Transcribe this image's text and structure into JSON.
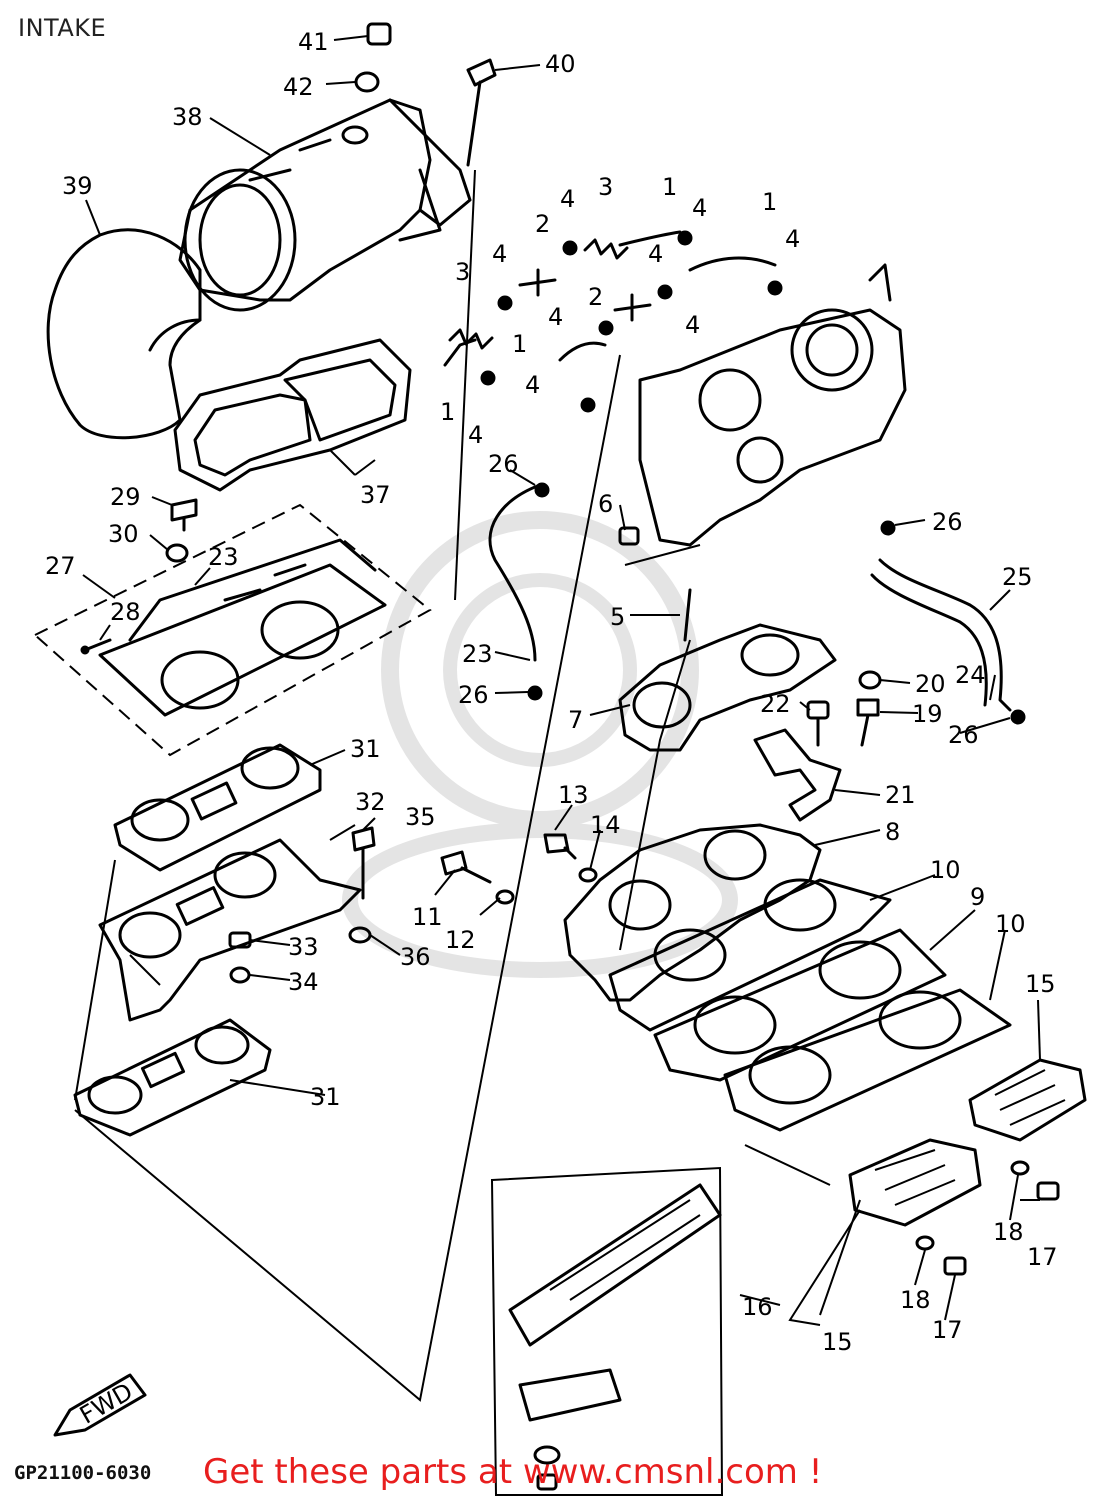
{
  "header": {
    "title": "INTAKE"
  },
  "footer": {
    "drawing_code": "GP21100-6030",
    "promo_text": "Get these parts at www.cmsnl.com !"
  },
  "colors": {
    "promo_text": "#e81e1e",
    "line_art": "#000000",
    "background": "#ffffff"
  },
  "fwd_badge": "FWD",
  "callouts": {
    "c1a": "1",
    "c1b": "1",
    "c1c": "1",
    "c1d": "1",
    "c2a": "2",
    "c2b": "2",
    "c3a": "3",
    "c3b": "3",
    "c4a": "4",
    "c4b": "4",
    "c4c": "4",
    "c4d": "4",
    "c4e": "4",
    "c4f": "4",
    "c4g": "4",
    "c4h": "4",
    "c4i": "4",
    "c5": "5",
    "c6": "6",
    "c7": "7",
    "c8": "8",
    "c9": "9",
    "c10a": "10",
    "c10b": "10",
    "c11": "11",
    "c12": "12",
    "c13": "13",
    "c14": "14",
    "c15a": "15",
    "c15b": "15",
    "c16": "16",
    "c17a": "17",
    "c17b": "17",
    "c18a": "18",
    "c18b": "18",
    "c19": "19",
    "c20": "20",
    "c21": "21",
    "c22": "22",
    "c23a": "23",
    "c23b": "23",
    "c24": "24",
    "c25": "25",
    "c26a": "26",
    "c26b": "26",
    "c26c": "26",
    "c26d": "26",
    "c27": "27",
    "c28": "28",
    "c29": "29",
    "c30": "30",
    "c31a": "31",
    "c31b": "31",
    "c32": "32",
    "c33": "33",
    "c34": "34",
    "c35": "35",
    "c36": "36",
    "c37": "37",
    "c38": "38",
    "c39": "39",
    "c40": "40",
    "c41": "41",
    "c42": "42"
  }
}
